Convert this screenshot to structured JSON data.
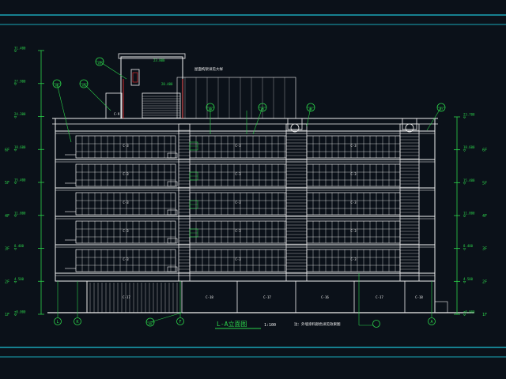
{
  "colors": {
    "background": "#0b1119",
    "band": "#1aa6b8",
    "lines": "#f2f2f2",
    "dims": "#2bd24a",
    "text": "#f2f2f2",
    "red": "#ff3030"
  },
  "title": {
    "main": "L-A立面图",
    "scale": "1:100",
    "note": "注：外墙涂料颜色详见效果图",
    "roof_note": "屋面构架详见大样"
  },
  "levels_left": [
    {
      "floor": "",
      "elev": "31.400"
    },
    {
      "floor": "",
      "elev": "27.900"
    },
    {
      "floor": "",
      "elev": "24.300"
    },
    {
      "floor": "6F",
      "elev": "18.600"
    },
    {
      "floor": "5F",
      "elev": "15.400"
    },
    {
      "floor": "4F",
      "elev": "11.800"
    },
    {
      "floor": "3F",
      "elev": "8.400"
    },
    {
      "floor": "2F",
      "elev": "4.500"
    },
    {
      "floor": "1F",
      "elev": "±0.000"
    }
  ],
  "levels_right": [
    {
      "floor": "",
      "elev": "23.700"
    },
    {
      "floor": "6F",
      "elev": "18.600"
    },
    {
      "floor": "5F",
      "elev": "15.400"
    },
    {
      "floor": "4F",
      "elev": "11.800"
    },
    {
      "floor": "3F",
      "elev": "8.400"
    },
    {
      "floor": "2F",
      "elev": "4.500"
    },
    {
      "floor": "1F",
      "elev": "±0.000"
    }
  ],
  "axes": [
    {
      "label": "L"
    },
    {
      "label": "K"
    },
    {
      "label": "F"
    },
    {
      "label": "A"
    }
  ],
  "callouts": [
    {
      "label": "01"
    },
    {
      "label": "02"
    },
    {
      "label": "03"
    },
    {
      "label": "04"
    },
    {
      "label": "05"
    },
    {
      "label": "06"
    },
    {
      "label": "07"
    },
    {
      "label": "08"
    }
  ],
  "window_tags": {
    "floor": "C-3",
    "ground_a": "C-18",
    "ground_b": "C-17",
    "ground_c": "C-16",
    "roof": "C-9",
    "tower_top": "23.800",
    "tower_mid": "20.400"
  }
}
